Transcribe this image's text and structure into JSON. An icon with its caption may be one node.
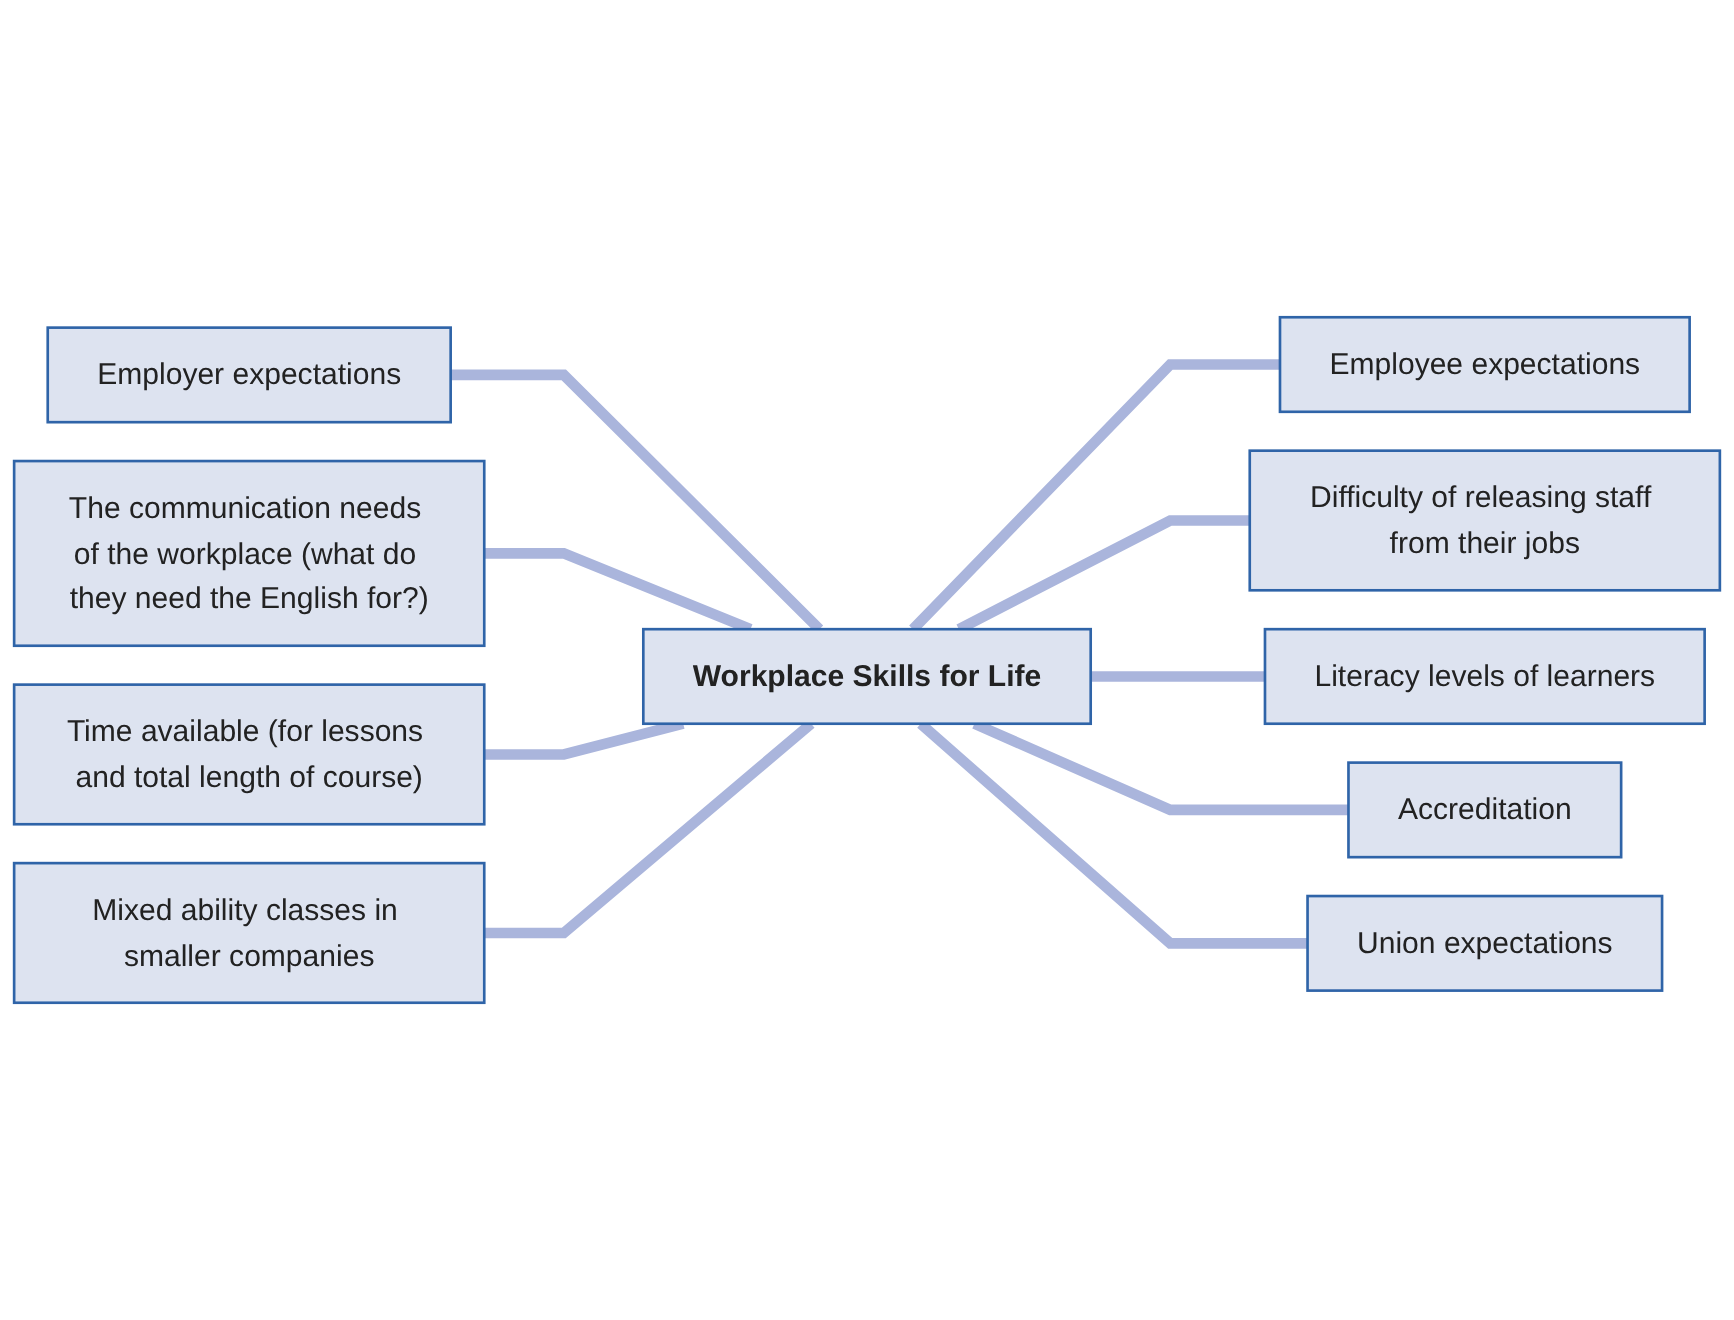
{
  "diagram": {
    "nodes": [
      {
        "text": [
          "Workplace Skills for Life"
        ]
      },
      {
        "text": [
          "Employer expectations"
        ]
      },
      {
        "text": [
          "Employee expectations"
        ]
      },
      {
        "text": [
          "The communication needs of the workplace (what do they need the English for?)"
        ]
      },
      {
        "text": [
          "Difficulty of releasing staff from their jobs"
        ]
      },
      {
        "text": [
          "Time available (for lessons and total length of course)"
        ]
      },
      {
        "text": [
          "Literacy levels of learners"
        ]
      },
      {
        "text": [
          "Accreditation"
        ]
      },
      {
        "text": [
          "Mixed ability classes in smaller companies"
        ]
      },
      {
        "text": [
          "Union expectations"
        ]
      }
    ],
    "edges": [
      {
        "from": 1,
        "to": 0,
        "arrow": "none"
      },
      {
        "from": 0,
        "to": 2,
        "arrow": "none"
      },
      {
        "from": 3,
        "to": 0,
        "arrow": "none"
      },
      {
        "from": 0,
        "to": 4,
        "arrow": "none"
      },
      {
        "from": 5,
        "to": 0,
        "arrow": "none"
      },
      {
        "from": 0,
        "to": 6,
        "arrow": "none"
      },
      {
        "from": 0,
        "to": 7,
        "arrow": "none"
      },
      {
        "from": 8,
        "to": 0,
        "arrow": "none"
      },
      {
        "from": 0,
        "to": 9,
        "arrow": "none"
      }
    ]
  }
}
